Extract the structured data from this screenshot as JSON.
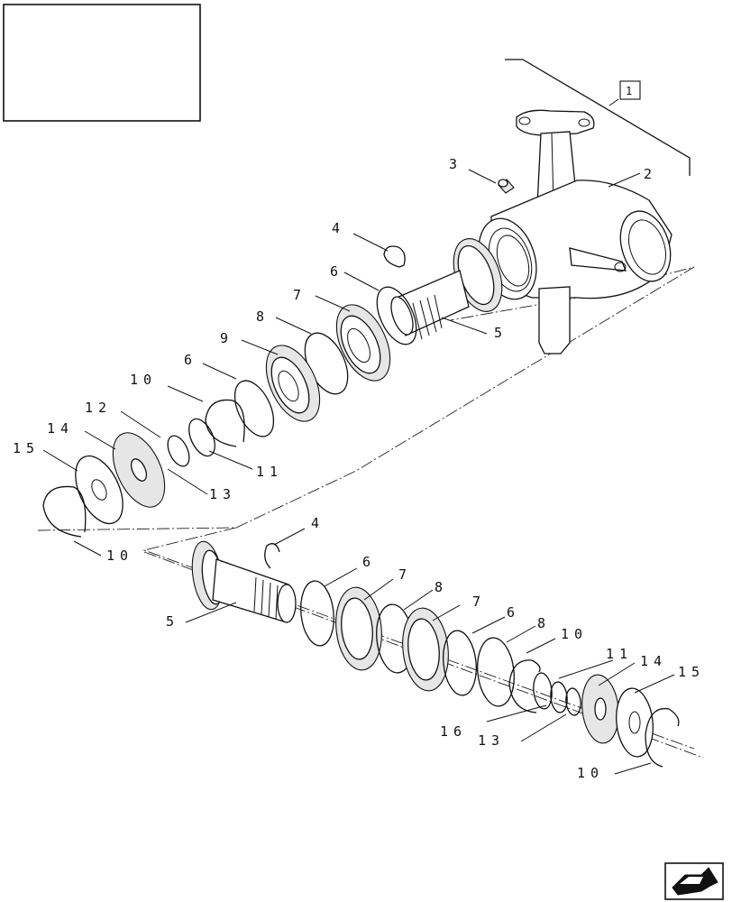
{
  "title_block": {
    "text": ""
  },
  "reference_box": {
    "label": "1"
  },
  "callouts": {
    "upper": {
      "l2": "2",
      "l3": "3",
      "l4": "4",
      "l5": "5",
      "l6a": "6",
      "l7": "7",
      "l8": "8",
      "l9": "9",
      "l6b": "6",
      "l10a": "10",
      "l12": "12",
      "l11": "11",
      "l14": "14",
      "l15": "15",
      "l13": "13",
      "l10b": "10"
    },
    "lower": {
      "l4": "4",
      "l5": "5",
      "l6a": "6",
      "l7a": "7",
      "l8a": "8",
      "l7b": "7",
      "l6b": "6",
      "l8b": "8",
      "l10a": "10",
      "l11": "11",
      "l14": "14",
      "l15": "15",
      "l16": "16",
      "l13": "13",
      "l10b": "10"
    }
  },
  "nav_icon": {
    "name": "next-page-arrow-icon"
  }
}
